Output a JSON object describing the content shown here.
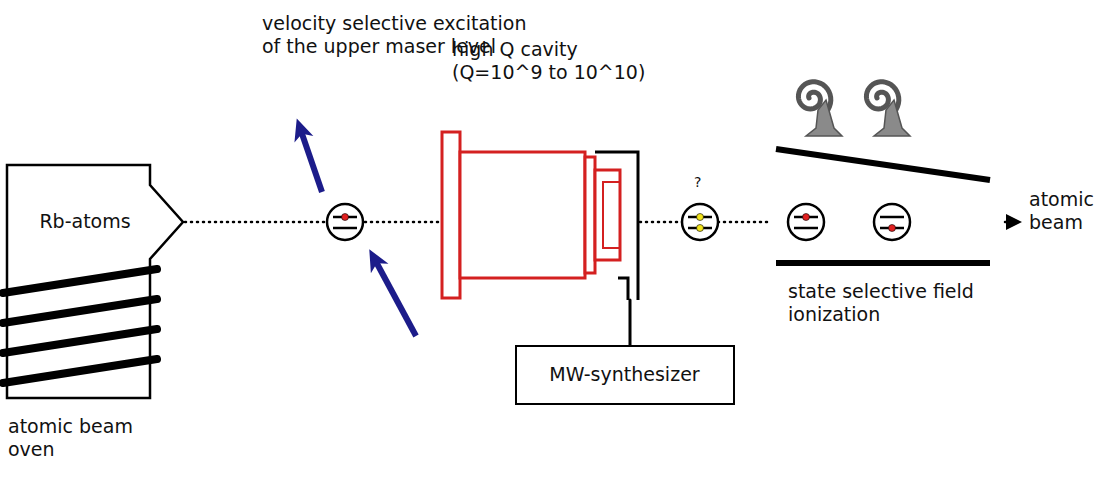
{
  "diagram": {
    "nodes": [
      {
        "text": [
          "Rb-atoms",
          "atomic beam oven"
        ]
      },
      {
        "text": [
          "high Q cavity (Q=10^9 to 10^10)"
        ]
      },
      {
        "text": [
          "MW-synthesizer"
        ]
      },
      {
        "text": [
          "state selective field ionization"
        ]
      }
    ],
    "edges": [
      {
        "from": 0,
        "to": 1,
        "arrow": "none"
      },
      {
        "from": 2,
        "to": 1,
        "arrow": "none"
      },
      {
        "from": 1,
        "to": 3,
        "arrow": "none"
      }
    ],
    "labels": [
      "velocity selective excitation of the upper maser level",
      "?",
      "atomic beam"
    ]
  }
}
